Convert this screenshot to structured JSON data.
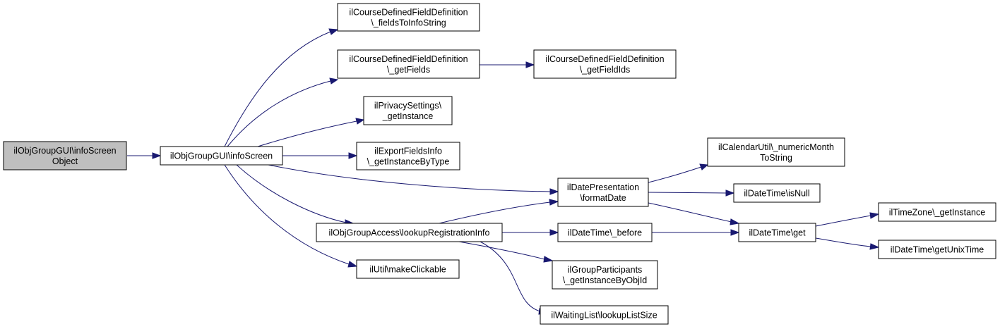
{
  "colors": {
    "edge": "#191970",
    "root_fill": "#bfbfbf",
    "node_fill": "#ffffff",
    "node_border": "#000000"
  },
  "nodes": {
    "root": {
      "lines": [
        "ilObjGroupGUI\\infoScreen",
        "Object"
      ]
    },
    "info_screen": {
      "lines": [
        "ilObjGroupGUI\\infoScreen"
      ]
    },
    "fields_to_info_string": {
      "lines": [
        "ilCourseDefinedFieldDefinition",
        "\\_fieldsToInfoString"
      ]
    },
    "get_fields": {
      "lines": [
        "ilCourseDefinedFieldDefinition",
        "\\_getFields"
      ]
    },
    "get_field_ids": {
      "lines": [
        "ilCourseDefinedFieldDefinition",
        "\\_getFieldIds"
      ]
    },
    "privacy_get_instance": {
      "lines": [
        "ilPrivacySettings\\",
        "_getInstance"
      ]
    },
    "export_fields_info": {
      "lines": [
        "ilExportFieldsInfo",
        "\\_getInstanceByType"
      ]
    },
    "format_date": {
      "lines": [
        "ilDatePresentation",
        "\\formatDate"
      ]
    },
    "numeric_month": {
      "lines": [
        "ilCalendarUtil\\_numericMonth",
        "ToString"
      ]
    },
    "is_null": {
      "lines": [
        "ilDateTime\\isNull"
      ]
    },
    "lookup_registration": {
      "lines": [
        "ilObjGroupAccess\\lookupRegistrationInfo"
      ]
    },
    "before": {
      "lines": [
        "ilDateTime\\_before"
      ]
    },
    "datetime_get": {
      "lines": [
        "ilDateTime\\get"
      ]
    },
    "timezone_get_instance": {
      "lines": [
        "ilTimeZone\\_getInstance"
      ]
    },
    "get_unix_time": {
      "lines": [
        "ilDateTime\\getUnixTime"
      ]
    },
    "make_clickable": {
      "lines": [
        "ilUtil\\makeClickable"
      ]
    },
    "group_participants": {
      "lines": [
        "ilGroupParticipants",
        "\\_getInstanceByObjId"
      ]
    },
    "waiting_list": {
      "lines": [
        "ilWaitingList\\lookupListSize"
      ]
    }
  },
  "edges": [
    {
      "from": "root",
      "to": "info_screen"
    },
    {
      "from": "info_screen",
      "to": "fields_to_info_string"
    },
    {
      "from": "info_screen",
      "to": "get_fields"
    },
    {
      "from": "info_screen",
      "to": "privacy_get_instance"
    },
    {
      "from": "info_screen",
      "to": "export_fields_info"
    },
    {
      "from": "info_screen",
      "to": "format_date"
    },
    {
      "from": "info_screen",
      "to": "lookup_registration"
    },
    {
      "from": "info_screen",
      "to": "make_clickable"
    },
    {
      "from": "get_fields",
      "to": "get_field_ids"
    },
    {
      "from": "format_date",
      "to": "numeric_month"
    },
    {
      "from": "format_date",
      "to": "is_null"
    },
    {
      "from": "format_date",
      "to": "datetime_get"
    },
    {
      "from": "lookup_registration",
      "to": "format_date"
    },
    {
      "from": "lookup_registration",
      "to": "before"
    },
    {
      "from": "lookup_registration",
      "to": "group_participants"
    },
    {
      "from": "lookup_registration",
      "to": "waiting_list"
    },
    {
      "from": "before",
      "to": "datetime_get"
    },
    {
      "from": "datetime_get",
      "to": "timezone_get_instance"
    },
    {
      "from": "datetime_get",
      "to": "get_unix_time"
    }
  ]
}
